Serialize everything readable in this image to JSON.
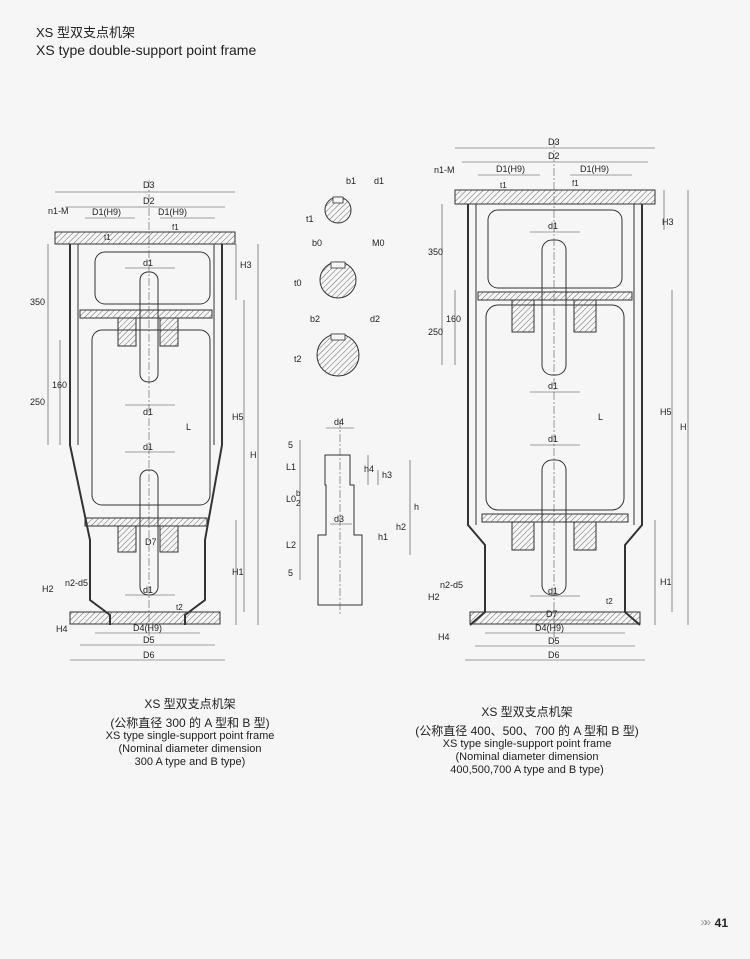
{
  "header": {
    "title_cn": "XS 型双支点机架",
    "title_en": "XS type double-support point frame"
  },
  "left_drawing": {
    "labels": {
      "D3": "D3",
      "D2": "D2",
      "n1M": "n1-M",
      "D1a": "D1(H9)",
      "D1b": "D1(H9)",
      "t1a": "t1",
      "f1": "f1",
      "H3": "H3",
      "d1_top": "d1",
      "d1_mid": "d1",
      "d1_low": "d1",
      "d1_bot": "d1",
      "D7": "D7",
      "L": "L",
      "H5": "H5",
      "H": "H",
      "H1": "H1",
      "H2": "H2",
      "H4": "H4",
      "n2d5": "n2-d5",
      "t2": "t2",
      "D4": "D4(H9)",
      "D5": "D5",
      "D6": "D6",
      "dim350": "350",
      "dim250": "250",
      "dim160": "160"
    }
  },
  "middle_drawing": {
    "labels": {
      "b1": "b1",
      "d1": "d1",
      "t1": "t1",
      "b0": "b0",
      "M0": "M0",
      "t0": "t0",
      "b2": "b2",
      "d2": "d2",
      "t2": "t2",
      "d4": "d4",
      "five_a": "5",
      "L1": "L1",
      "h4": "h4",
      "h3": "h3",
      "L0": "L0",
      "b": "b",
      "two": "2",
      "d3": "d3",
      "h": "h",
      "h1": "h1",
      "h2": "h2",
      "L2": "L2",
      "five_b": "5"
    }
  },
  "right_drawing": {
    "labels": {
      "D3": "D3",
      "D2": "D2",
      "n1M": "n1-M",
      "D1a": "D1(H9)",
      "D1b": "D1(H9)",
      "t1": "t1",
      "f1": "f1",
      "H3": "H3",
      "d1_top": "d1",
      "d1_mid": "d1",
      "d1_low": "d1",
      "d1_bot": "d1",
      "D7": "D7",
      "L": "L",
      "H5": "H5",
      "H": "H",
      "H1": "H1",
      "H2": "H2",
      "H4": "H4",
      "n2d5": "n2-d5",
      "t2": "t2",
      "D4": "D4(H9)",
      "D5": "D5",
      "D6": "D6",
      "dim350": "350",
      "dim250": "250",
      "dim160": "160"
    }
  },
  "captions": {
    "left": {
      "line1": "XS 型双支点机架",
      "line2": "(公称直径 300 的 A 型和 B 型)",
      "line3": "XS type single-support point frame",
      "line4": "(Nominal diameter dimension",
      "line5": "300 A type and B type)"
    },
    "right": {
      "line1": "XS 型双支点机架",
      "line2": "(公称直径 400、500、700 的 A 型和 B 型)",
      "line3": "XS type single-support point frame",
      "line4": "(Nominal diameter dimension",
      "line5": "400,500,700 A type and B type)"
    }
  },
  "footer": {
    "page_number": "41",
    "page_arrows": "»»"
  }
}
